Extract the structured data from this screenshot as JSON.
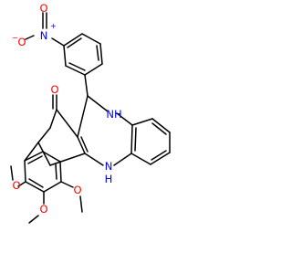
{
  "colors": {
    "bond": "#000000",
    "carbon_text": "#000000",
    "nitrogen": "#0000ff",
    "oxygen": "#ff0000",
    "background": "#ffffff"
  },
  "labels": {
    "nitro_n": "N",
    "nitro_n_charge": "+",
    "nitro_o_minus": "O",
    "nitro_o_minus_charge": "−",
    "nitro_o_double": "O",
    "ketone_o": "O",
    "nh_top": "NH",
    "nh_top_alt": "H",
    "nh_bottom": "H",
    "nh_bottom_n": "N",
    "ome_1_o": "O",
    "ome_2_o": "O",
    "ome_3_o": "O"
  }
}
